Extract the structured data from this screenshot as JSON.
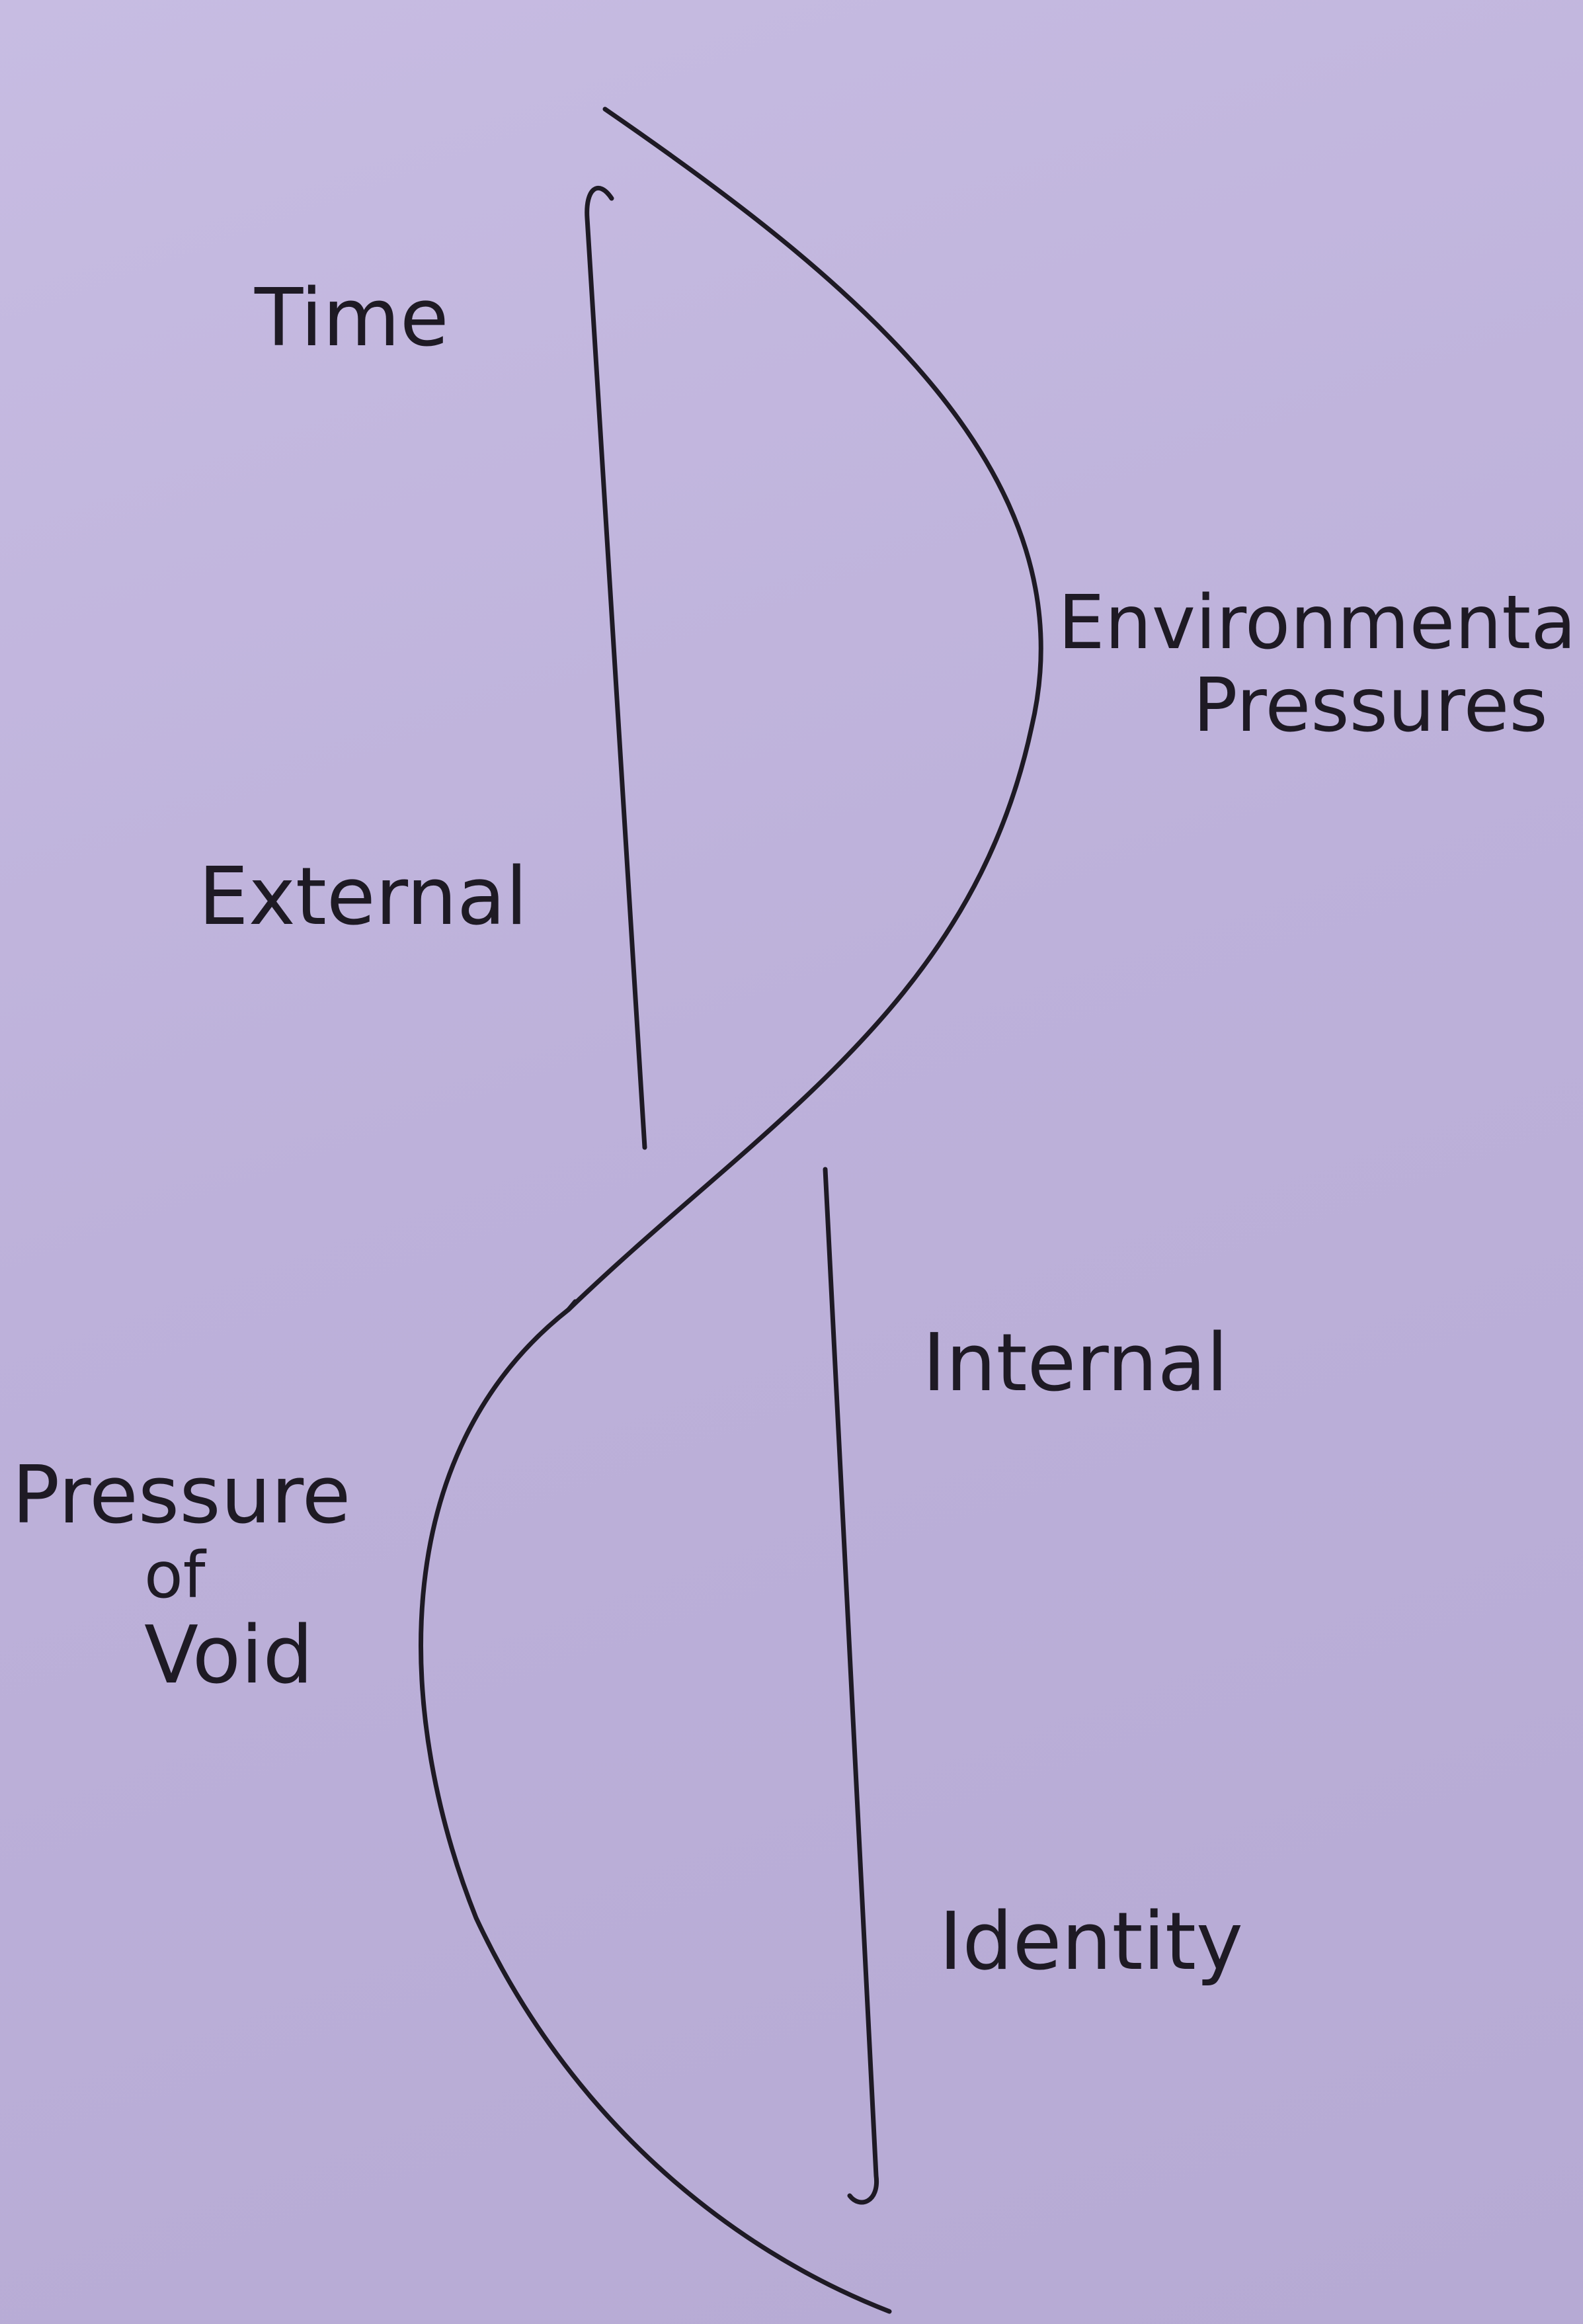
{
  "labels": {
    "time": "Time",
    "external": "External",
    "environmental": [
      "Environmental",
      "Pressures"
    ],
    "internal": "Internal",
    "pressure_of_void": [
      "Pressure",
      "of",
      "Void"
    ],
    "identity": "Identity"
  }
}
